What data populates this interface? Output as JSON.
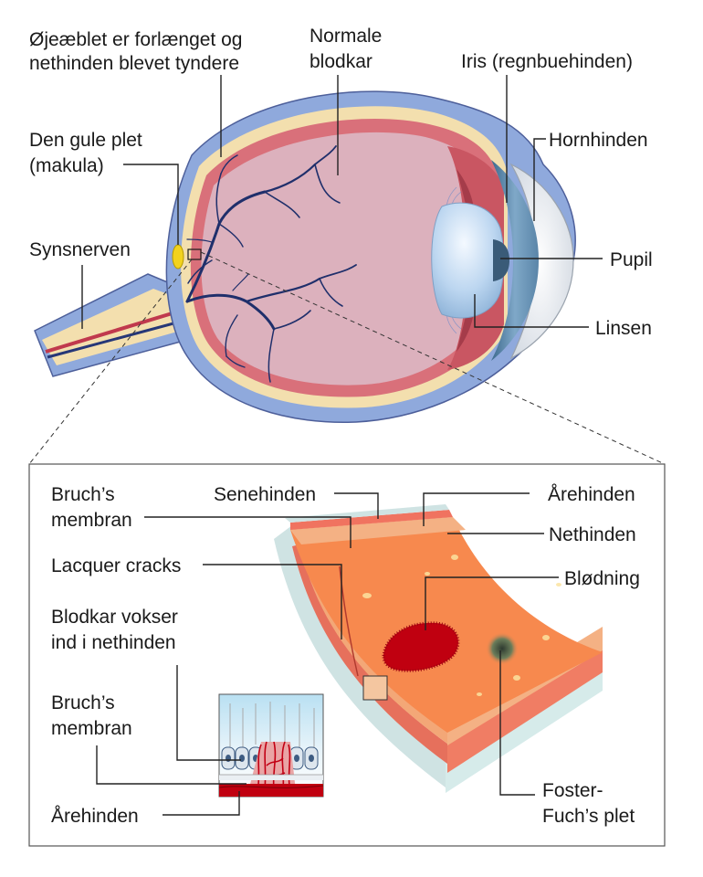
{
  "eye": {
    "labels": {
      "elongated_line1": "Øjeæblet er forlænget og",
      "elongated_line2": "nethinden blevet tyndere",
      "vessels_line1": "Normale",
      "vessels_line2": "blodkar",
      "iris": "Iris (regnbuehinden)",
      "cornea": "Hornhinden",
      "macula_line1": "Den gule plet",
      "macula_line2": "(makula)",
      "optic_nerve": "Synsnerven",
      "pupil": "Pupil",
      "lens": "Linsen"
    }
  },
  "detail": {
    "labels": {
      "bruch1_line1": "Bruch’s",
      "bruch1_line2": "membran",
      "sclera": "Senehinden",
      "choroid_top": "Årehinden",
      "retina": "Nethinden",
      "lacquer": "Lacquer cracks",
      "bleeding": "Blødning",
      "vessels_grow_line1": "Blodkar vokser",
      "vessels_grow_line2": "ind i nethinden",
      "bruch2_line1": "Bruch’s",
      "bruch2_line2": "membran",
      "choroid_bottom": "Årehinden",
      "fuchs_line1": "Foster-",
      "fuchs_line2": "Fuch’s plet"
    }
  },
  "colors": {
    "sclera_blue": "#8fa9dc",
    "choroid_red": "#d9707a",
    "retina_cream": "#f3dfae",
    "vitreous_pink": "#dcb1bd",
    "vessel_navy": "#1f2f6b",
    "detail_orange": "#f7894e",
    "bleeding_red": "#c00010"
  }
}
